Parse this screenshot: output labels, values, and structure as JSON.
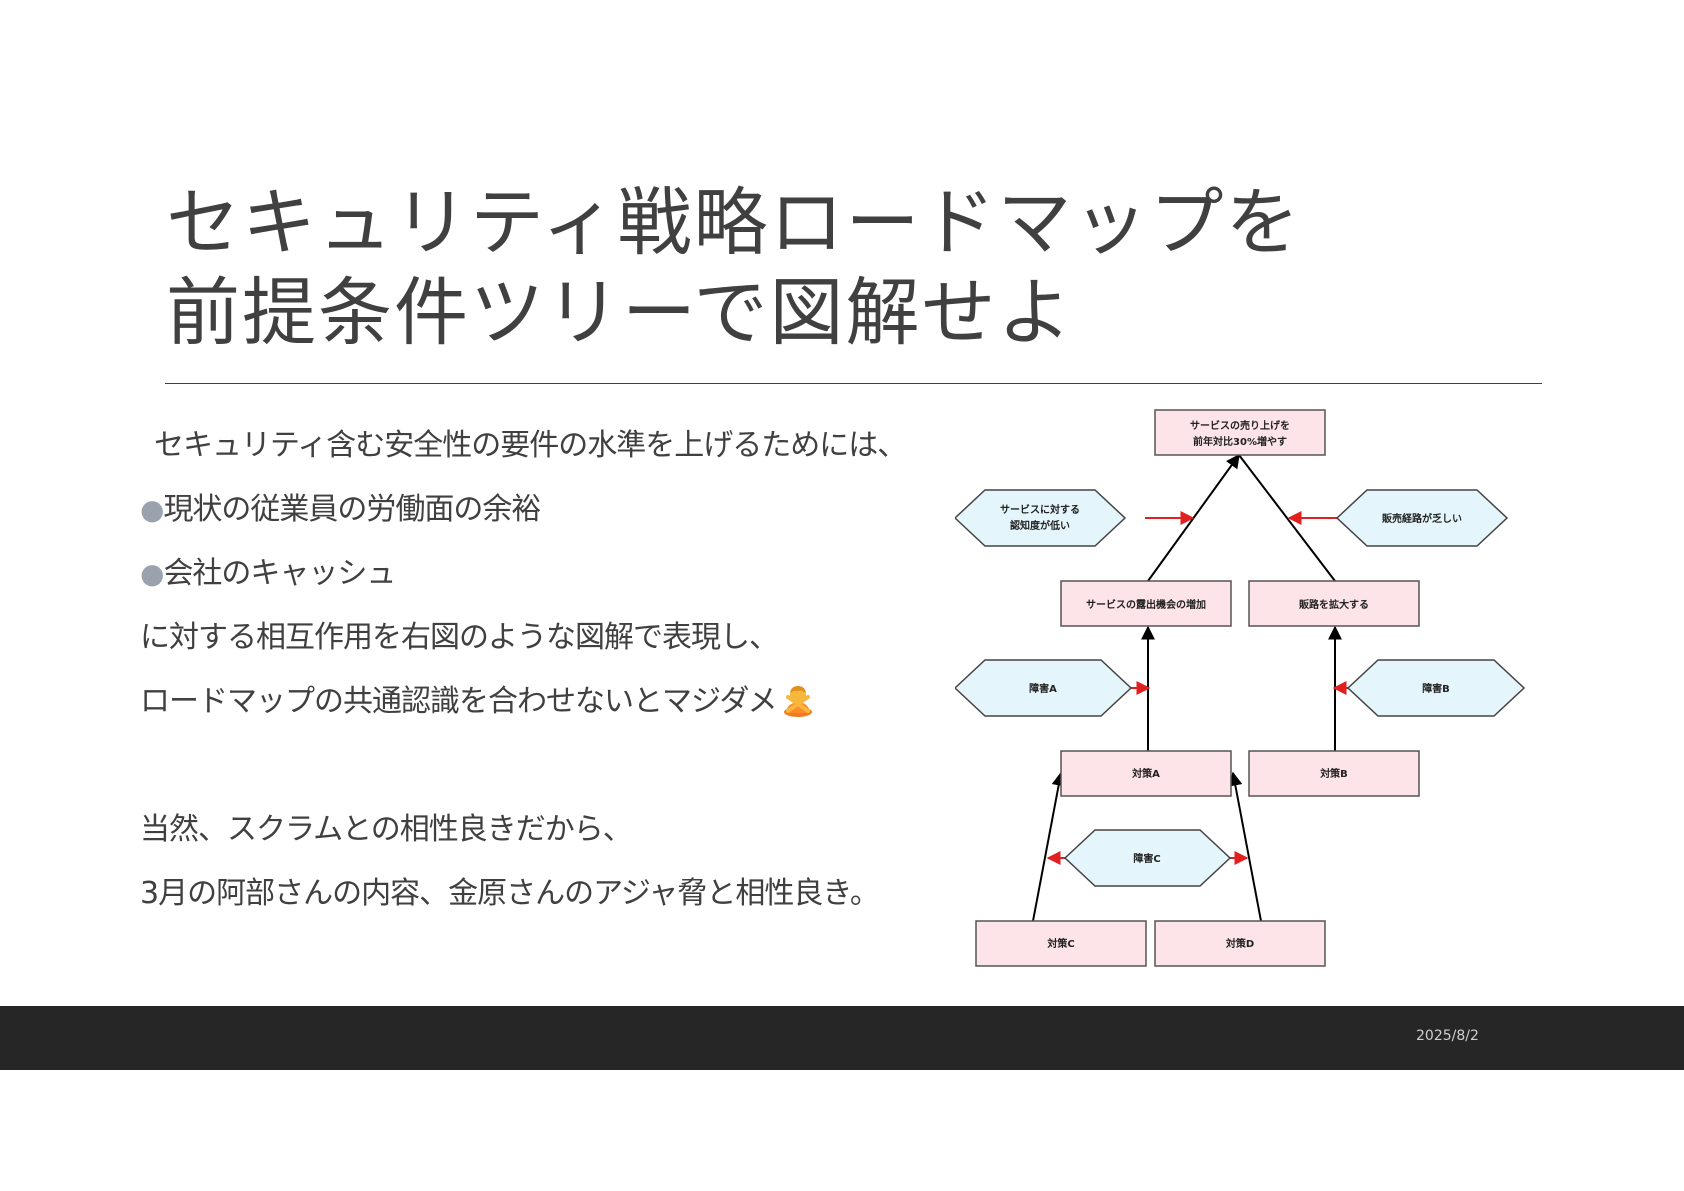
{
  "slide": {
    "title_line1": "セキュリティ戦略ロードマップを",
    "title_line2": "前提条件ツリーで図解せよ"
  },
  "body": {
    "intro": "セキュリティ含む安全性の要件の水準を上げるためには、",
    "bullet_1": "現状の従業員の労働面の余裕",
    "bullet_2": "会社のキャッシュ",
    "line_3": "に対する相互作用を右図のような図解で表現し、",
    "line_4": "ロードマップの共通認識を合わせないとマジダメ",
    "line_5": "当然、スクラムとの相性良きだから、",
    "line_6": "3月の阿部さんの内容、金原さんのアジャ脅と相性良き。",
    "bullet_char": "●",
    "emoji_icon": "person-gesturing-no-emoji"
  },
  "diagram": {
    "goal_line1": "サービスの売り上げを",
    "goal_line2": "前年対比30%増やす",
    "obstacle_awareness_line1": "サービスに対する",
    "obstacle_awareness_line2": "認知度が低い",
    "obstacle_channels": "販売経路が乏しい",
    "sub_goal_exposure": "サービスの露出機会の増加",
    "sub_goal_channels": "販路を拡大する",
    "obstacle_a": "障害A",
    "obstacle_b": "障害B",
    "obstacle_c": "障害C",
    "measure_a": "対策A",
    "measure_b": "対策B",
    "measure_c": "対策C",
    "measure_d": "対策D",
    "colors": {
      "goal_fill": "#fce4e8",
      "obstacle_fill": "#e4f6fb",
      "arrow_red": "#e02020",
      "arrow_black": "#000000"
    }
  },
  "footer": {
    "date": "2025/8/2"
  }
}
